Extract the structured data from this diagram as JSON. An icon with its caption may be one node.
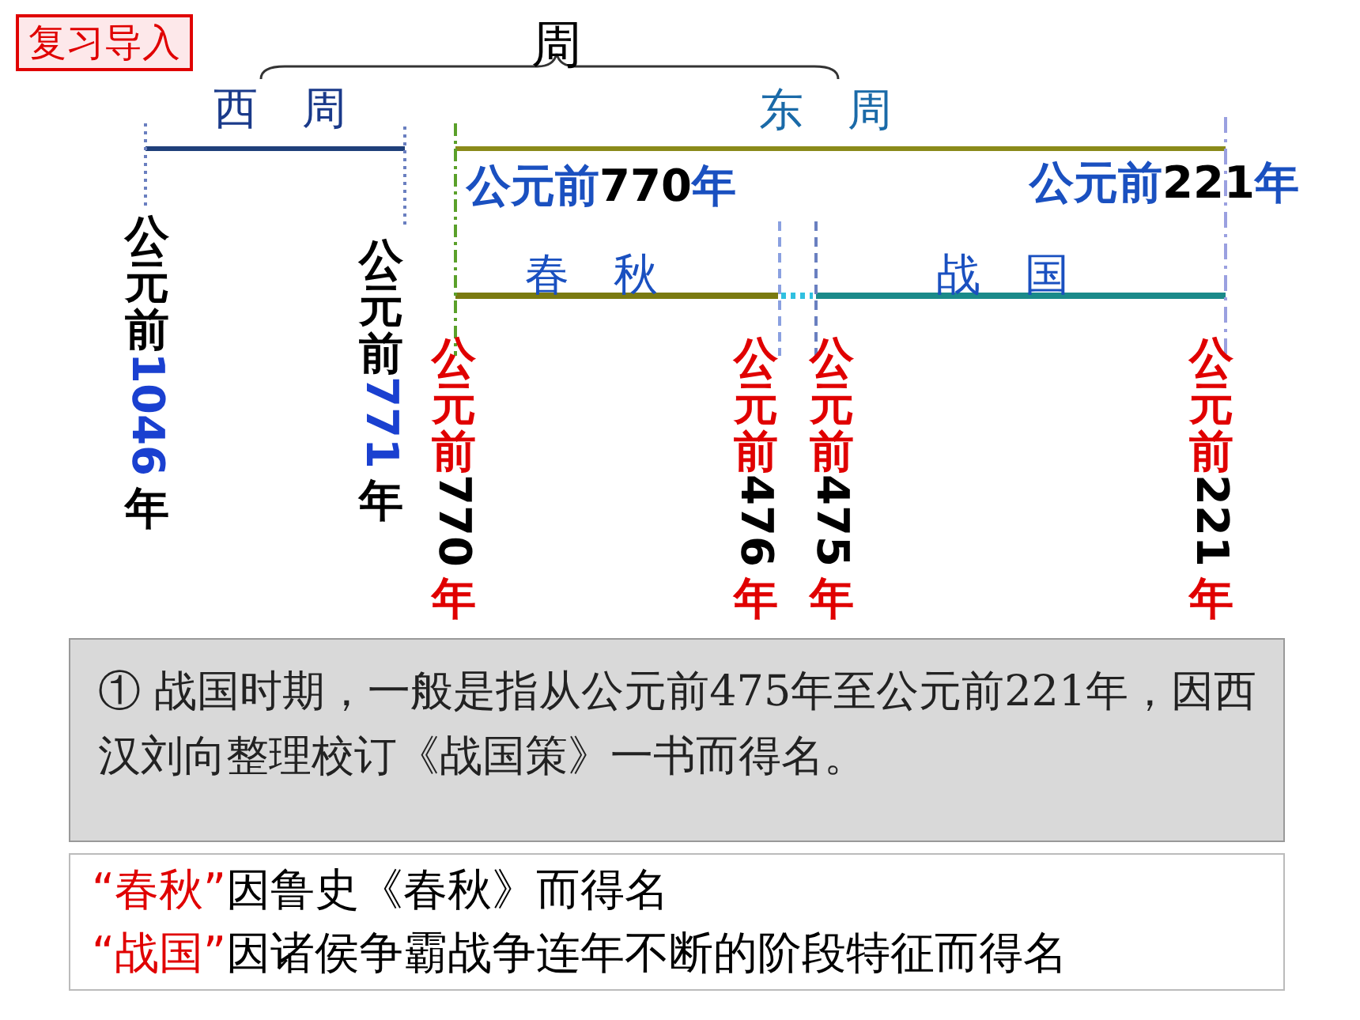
{
  "diagram": {
    "labels": [
      "复习导入",
      "周",
      "西 周",
      "东 周",
      "公元前1046年",
      "公元前771年",
      "公元前770年",
      "公元前221年",
      "春 秋",
      "战 国",
      "公元前770年",
      "公元前476年",
      "公元前475年",
      "公元前221年",
      "① 战国时期，一般是指从公元前475年至公元前221年，因西汉刘向整理校订《战国策》一书而得名。",
      "“春秋”因鲁史《春秋》而得名",
      "“战国”因诸侯争霸战争连年不断的阶段特征而得名"
    ]
  }
}
